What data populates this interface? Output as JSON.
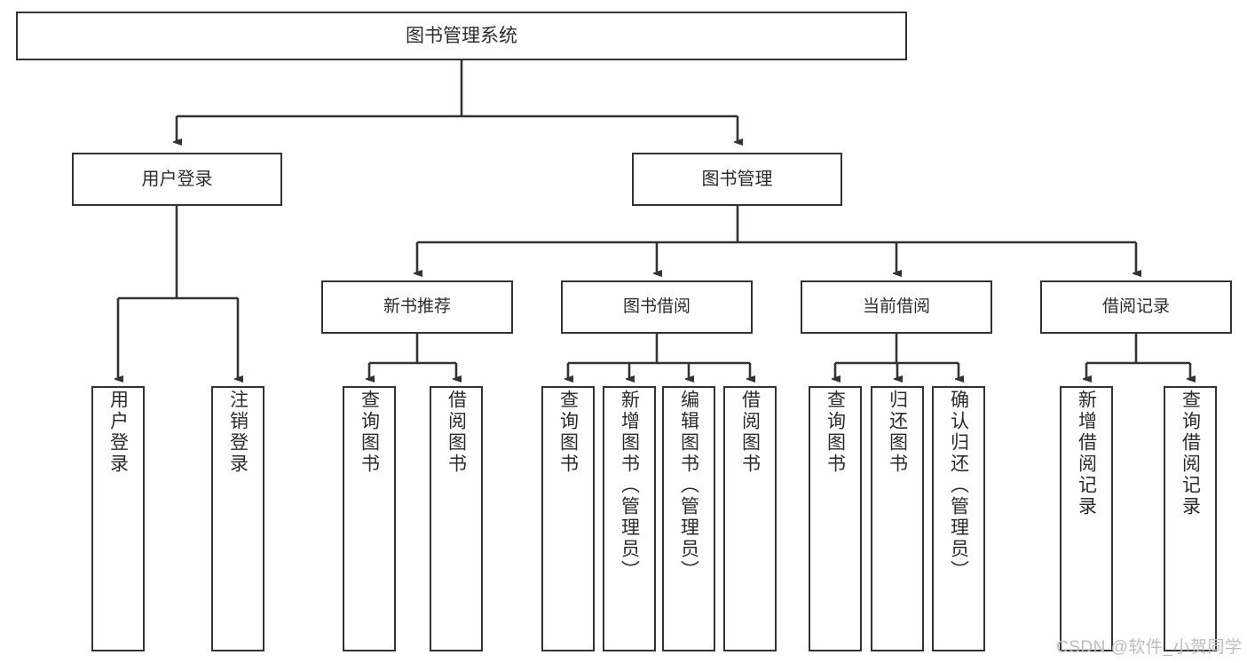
{
  "diagram": {
    "title": "图书管理系统",
    "type": "tree-hierarchy",
    "root": {
      "label": "图书管理系统"
    },
    "level1": [
      {
        "label": "用户登录"
      },
      {
        "label": "图书管理"
      }
    ],
    "level2": [
      {
        "label": "新书推荐"
      },
      {
        "label": "图书借阅"
      },
      {
        "label": "当前借阅"
      },
      {
        "label": "借阅记录"
      }
    ],
    "leaves": {
      "user_login": [
        {
          "label": "用户登录"
        },
        {
          "label": "注销登录"
        }
      ],
      "new_book_recommend": [
        {
          "label": "查询图书"
        },
        {
          "label": "借阅图书"
        }
      ],
      "book_borrow": [
        {
          "label": "查询图书"
        },
        {
          "label": "新增图书（管理员）"
        },
        {
          "label": "编辑图书（管理员）"
        },
        {
          "label": "借阅图书"
        }
      ],
      "current_borrow": [
        {
          "label": "查询图书"
        },
        {
          "label": "归还图书"
        },
        {
          "label": "确认归还（管理员）"
        }
      ],
      "borrow_record": [
        {
          "label": "新增借阅记录"
        },
        {
          "label": "查询借阅记录"
        }
      ]
    }
  },
  "watermark": {
    "text": "CSDN @软件_小贺同学"
  },
  "colors": {
    "stroke": "#333333",
    "text": "#2b2b2b",
    "background": "#ffffff",
    "watermark": "#bdbdbd"
  }
}
